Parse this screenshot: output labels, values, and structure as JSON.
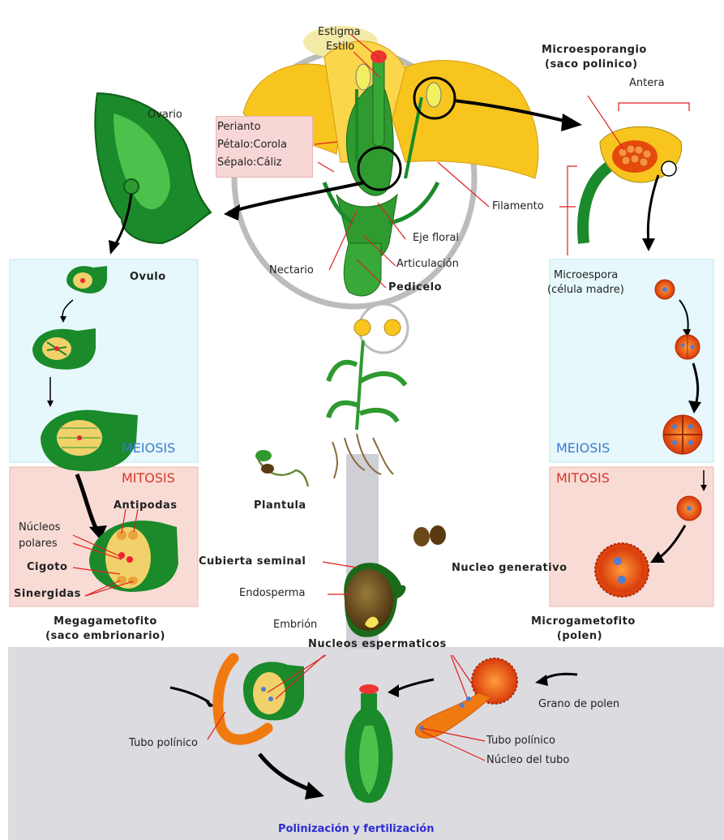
{
  "flower_labels": {
    "estigma": "Estigma",
    "estilo": "Estilo",
    "ovario": "Ovario",
    "perianto": "Perianto",
    "petalo": "Pétalo:Corola",
    "sepalo": "Sépalo:Cáliz",
    "filamento": "Filamento",
    "eje_floral": "Eje floral",
    "articulacion": "Articulación",
    "nectario": "Nectario",
    "pedicelo": "Pedicelo"
  },
  "male_labels": {
    "microesporangio": "Microesporangio",
    "saco_polinico": "(saco polinico)",
    "antera": "Antera",
    "microespora": "Microespora",
    "celula_madre": "(célula madre)",
    "nucleo_generativo": "Nucleo generativo",
    "microgametofito": "Microgametofito",
    "polen": "(polen)"
  },
  "female_labels": {
    "ovulo": "Ovulo",
    "antipodas": "Antipodas",
    "nucleos": "Núcleos",
    "polares": "polares",
    "cigoto": "Cigoto",
    "sinergidas": "Sinergidas",
    "megagametofito": "Megagametofito",
    "saco_embrionario": "(saco embrionario)"
  },
  "center_labels": {
    "plantula": "Plantula",
    "cubierta": "Cubierta seminal",
    "endosperma": "Endosperma",
    "embrion": "Embrión"
  },
  "stage_labels": {
    "meiosis": "MEIOSIS",
    "mitosis": "MITOSIS"
  },
  "bottom_labels": {
    "nucleos_espermaticos": "Nucleos espermaticos",
    "grano_polen": "Grano de polen",
    "tubo_polinico_right": "Tubo polínico",
    "nucleo_tubo": "Núcleo del tubo",
    "tubo_polinico_left": "Tubo polínico",
    "title": "Polinización y fertilización"
  },
  "colors": {
    "green_dark": "#1a8a2a",
    "green_light": "#4cc24c",
    "yellow": "#f7c51e",
    "orange": "#f07a10",
    "red": "#e02020",
    "cyan_panel": "#e6f8fb",
    "pink_panel": "#f9dbd5",
    "gray_panel": "#dcdbe0"
  }
}
